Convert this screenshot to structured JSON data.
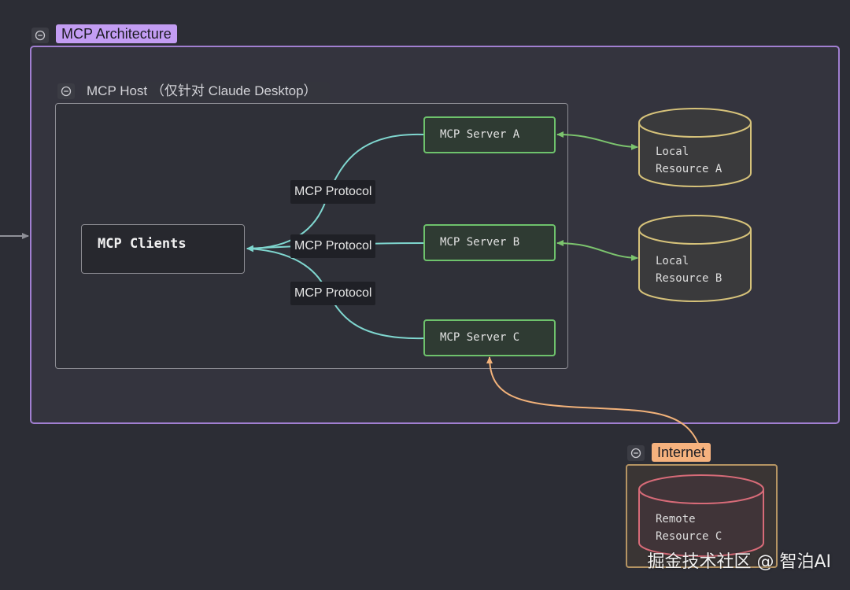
{
  "colors": {
    "background": "#2c2d35",
    "architecture_border": "#a17fd1",
    "architecture_tag": "#c39df3",
    "server_border": "#6ec26c",
    "protocol_edge": "#7fd6cf",
    "resource_edge": "#7cc46e",
    "internet_edge": "#f2b27a",
    "local_db": "#d6c27a",
    "remote_db": "#d76b78",
    "internet_tag": "#f6b27e"
  },
  "groups": {
    "architecture": {
      "label": "MCP Architecture",
      "collapse_icon": "minus-circle-icon"
    },
    "host": {
      "label": "MCP Host （仅针对 Claude Desktop）",
      "collapse_icon": "minus-circle-icon"
    },
    "internet": {
      "label": "Internet",
      "collapse_icon": "minus-circle-icon"
    }
  },
  "nodes": {
    "client": "MCP Clients",
    "server_a": "MCP Server A",
    "server_b": "MCP Server B",
    "server_c": "MCP Server C",
    "resource_a": {
      "line1": "Local",
      "line2": "Resource A"
    },
    "resource_b": {
      "line1": "Local",
      "line2": "Resource B"
    },
    "resource_c": {
      "line1": "Remote",
      "line2": "Resource C"
    }
  },
  "edges": {
    "protocol_a": "MCP Protocol",
    "protocol_b": "MCP Protocol",
    "protocol_c": "MCP Protocol"
  },
  "watermark": "掘金技术社区 @ 智泊AI"
}
